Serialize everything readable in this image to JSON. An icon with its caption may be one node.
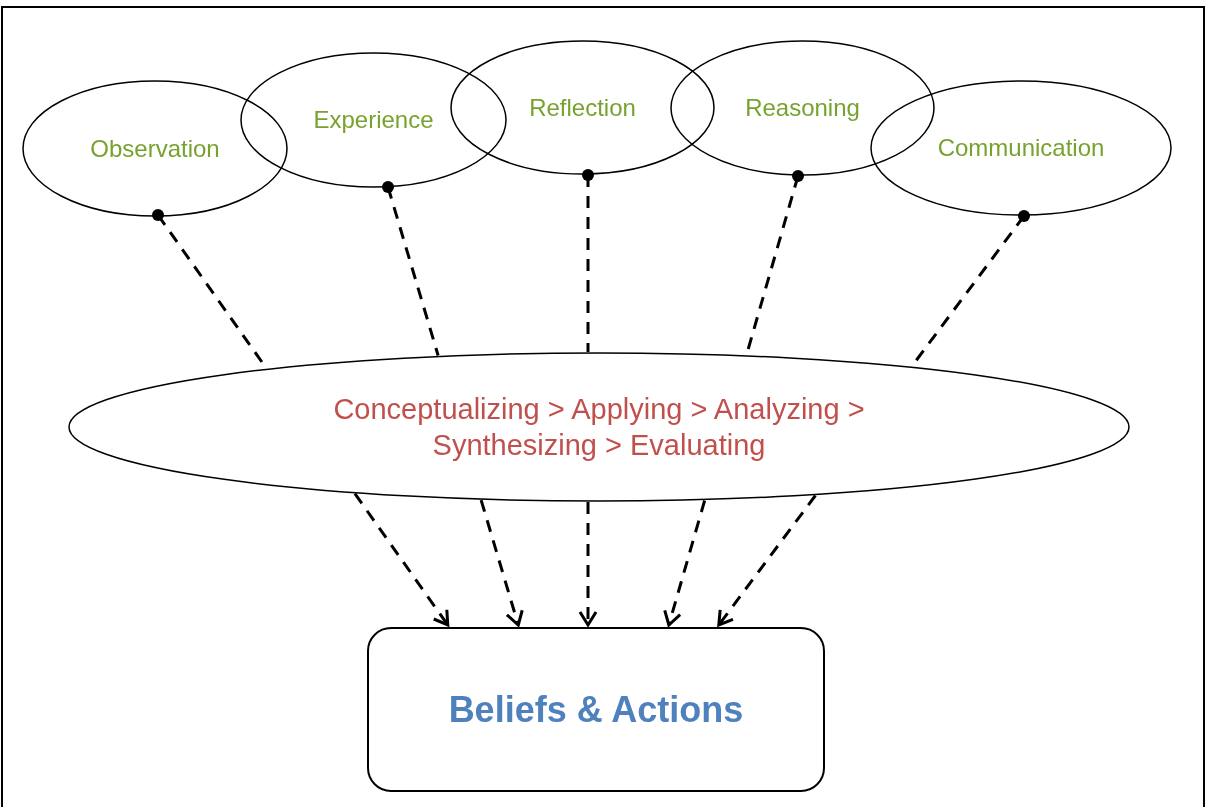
{
  "diagram": {
    "nodes": [
      {
        "text": [
          "Observation"
        ]
      },
      {
        "text": [
          "Experience"
        ]
      },
      {
        "text": [
          "Reflection"
        ]
      },
      {
        "text": [
          "Reasoning"
        ]
      },
      {
        "text": [
          "Communication"
        ]
      },
      {
        "text": [
          "Conceptualizing > Applying > Analyzing > Synthesizing > Evaluating"
        ]
      },
      {
        "text": [
          "Beliefs & Actions"
        ]
      }
    ],
    "edges": [
      {
        "from": 0,
        "to": 5,
        "arrow": "other",
        "style": "dashed"
      },
      {
        "from": 1,
        "to": 5,
        "arrow": "other",
        "style": "dashed"
      },
      {
        "from": 2,
        "to": 5,
        "arrow": "other",
        "style": "dashed"
      },
      {
        "from": 3,
        "to": 5,
        "arrow": "other",
        "style": "dashed"
      },
      {
        "from": 4,
        "to": 5,
        "arrow": "other",
        "style": "dashed"
      },
      {
        "from": 5,
        "to": 6,
        "arrow": "to",
        "style": "dashed"
      },
      {
        "from": 5,
        "to": 6,
        "arrow": "to",
        "style": "dashed"
      },
      {
        "from": 5,
        "to": 6,
        "arrow": "to",
        "style": "dashed"
      },
      {
        "from": 5,
        "to": 6,
        "arrow": "to",
        "style": "dashed"
      },
      {
        "from": 5,
        "to": 6,
        "arrow": "to",
        "style": "dashed"
      }
    ]
  }
}
